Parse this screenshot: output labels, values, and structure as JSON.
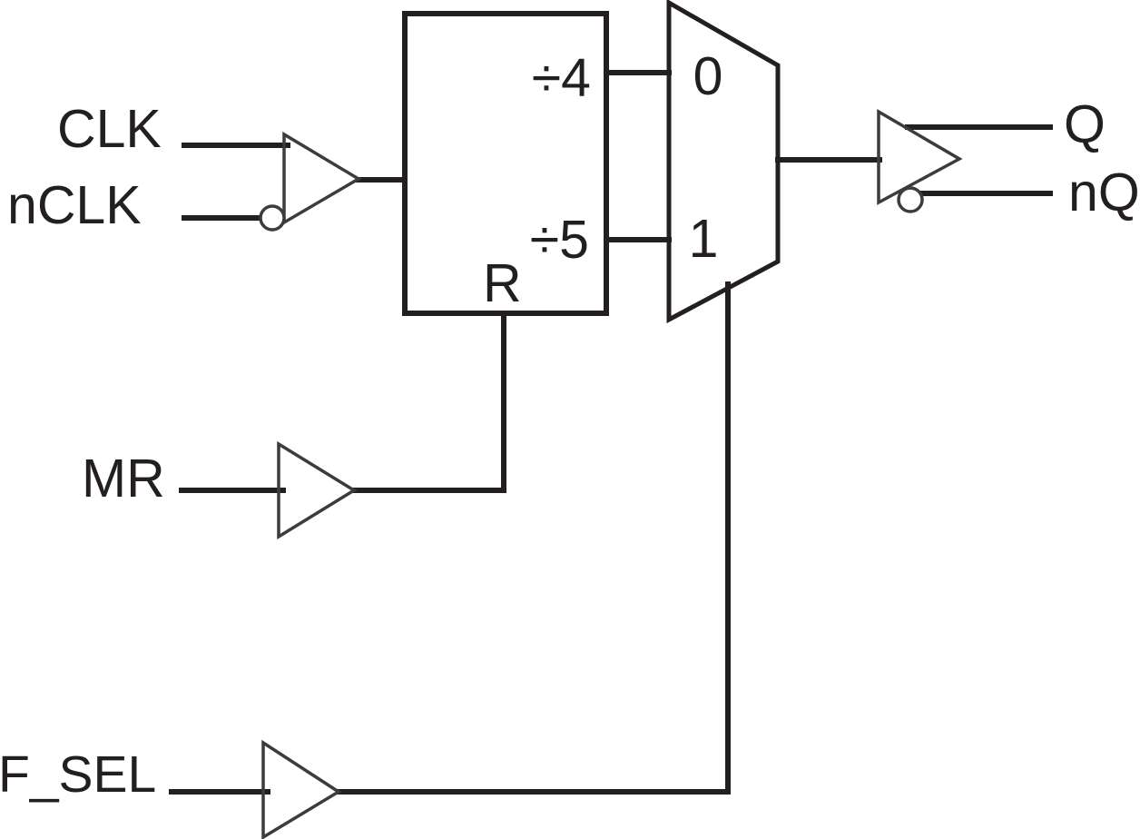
{
  "diagram_title": "clock-divider-mux-block-diagram",
  "colors": {
    "background": "#ffffff",
    "line": "#231f20",
    "buffer_stroke": "#3c3c3e",
    "text": "#231f20"
  },
  "inputs": {
    "clk": "CLK",
    "nclk": "nCLK",
    "mr": "MR",
    "fsel": "F_SEL"
  },
  "outputs": {
    "q": "Q",
    "nq": "nQ"
  },
  "divider_block": {
    "div4": "÷4",
    "div5": "÷5",
    "reset": "R"
  },
  "mux": {
    "input0": "0",
    "input1": "1"
  }
}
